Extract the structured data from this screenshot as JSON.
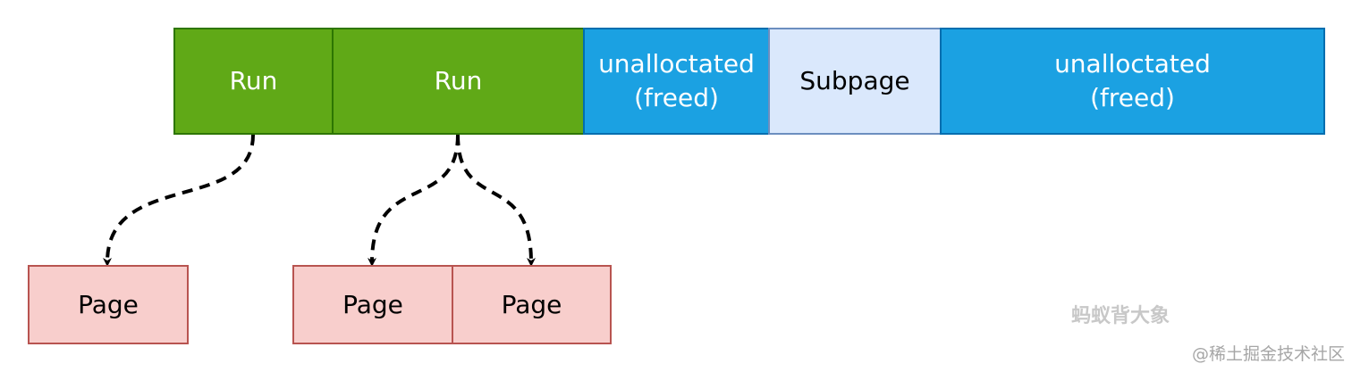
{
  "chunk": {
    "segments": [
      {
        "type": "run",
        "label": "Run"
      },
      {
        "type": "run",
        "label": "Run"
      },
      {
        "type": "free",
        "label": "unalloctated\n(freed)"
      },
      {
        "type": "subpage",
        "label": "Subpage"
      },
      {
        "type": "free",
        "label": "unalloctated\n(freed)"
      }
    ]
  },
  "pages": [
    {
      "label": "Page"
    },
    {
      "label": "Page"
    },
    {
      "label": "Page"
    }
  ],
  "colors": {
    "run_fill": "#60a917",
    "freed_fill": "#1ba1e2",
    "subpage_fill": "#dae8fc",
    "page_fill": "#f8cecc",
    "page_stroke": "#b85450"
  },
  "watermark": {
    "author": "蚂蚁背大象",
    "site": "@稀土掘金技术社区"
  }
}
